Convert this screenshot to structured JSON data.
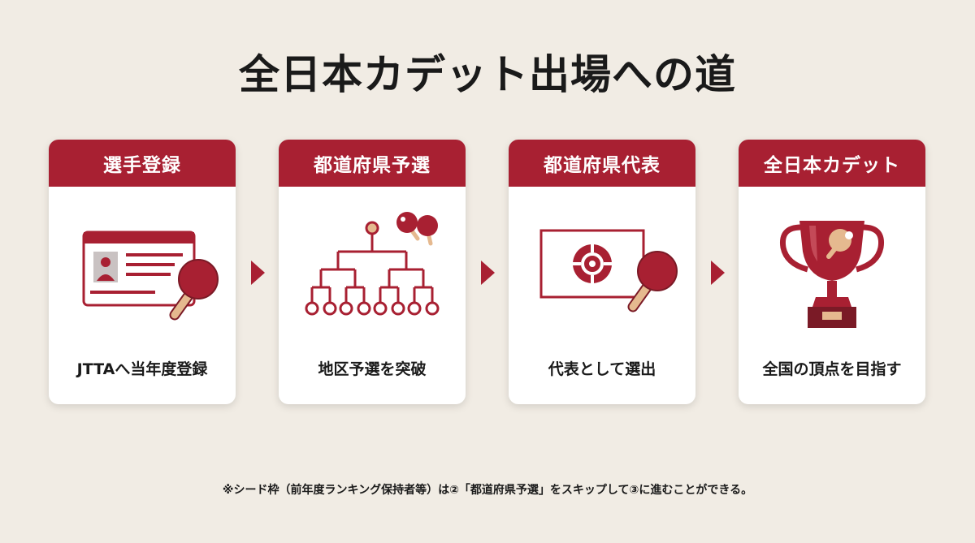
{
  "title": "全日本カデット出場への道",
  "steps": [
    {
      "header": "選手登録",
      "caption": "JTTAへ当年度登録",
      "icon": "id-card-paddle-icon"
    },
    {
      "header": "都道府県予選",
      "caption": "地区予選を突破",
      "icon": "tournament-bracket-icon"
    },
    {
      "header": "都道府県代表",
      "caption": "代表として選出",
      "icon": "prefecture-flag-icon"
    },
    {
      "header": "全日本カデット",
      "caption": "全国の頂点を目指す",
      "icon": "trophy-icon"
    }
  ],
  "footnote": "※シード枠（前年度ランキング保持者等）は②「都道府県予選」をスキップして③に進むことができる。",
  "colors": {
    "accent": "#a82032",
    "background": "#f1ece4",
    "card": "#ffffff",
    "paddle_handle": "#e5b98f"
  }
}
